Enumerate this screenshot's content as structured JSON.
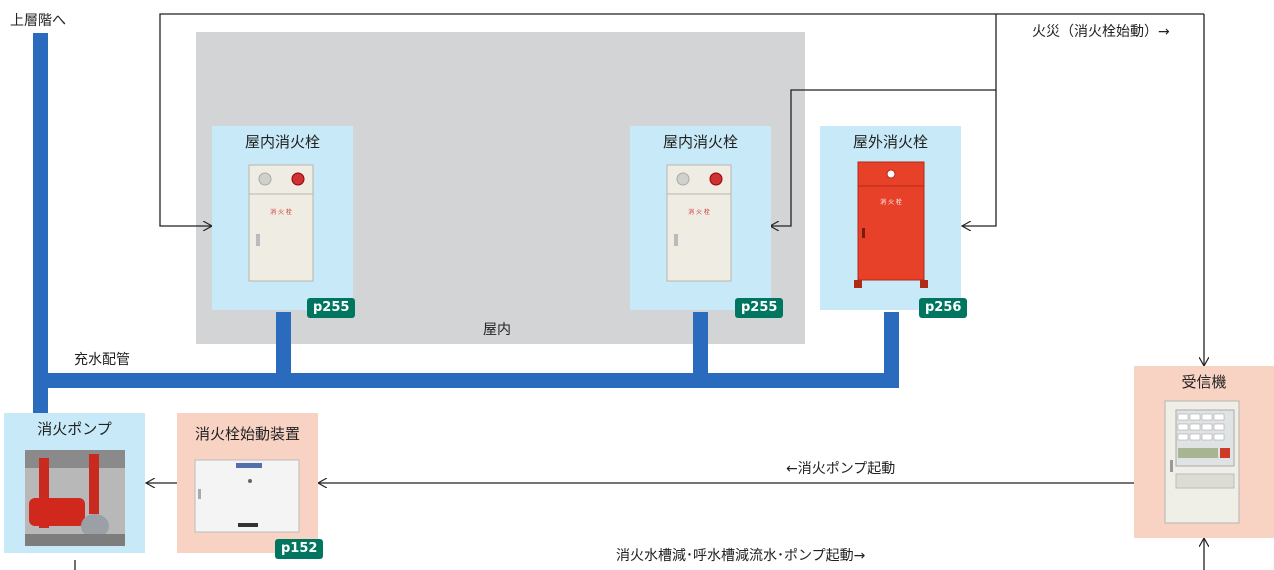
{
  "labels": {
    "upper_floor": "上層階へ",
    "fire_signal": "火災（消火栓始動）→",
    "indoor": "屋内",
    "charged_pipe": "充水配管",
    "pump_start": "←消火ポンプ起動",
    "tank_signal": "消火水槽減･呼水槽減流水･ポンプ起動→"
  },
  "boxes": {
    "hydrant_1": {
      "title": "屋内消火栓",
      "page": "p255"
    },
    "hydrant_2": {
      "title": "屋内消火栓",
      "page": "p255"
    },
    "hydrant_outdoor": {
      "title": "屋外消火栓",
      "page": "p256"
    },
    "pump": {
      "title": "消火ポンプ"
    },
    "starter": {
      "title": "消火栓始動装置",
      "page": "p152"
    },
    "receiver": {
      "title": "受信機"
    }
  },
  "equipment_text": {
    "hydrant_door_text": "消 火 栓"
  },
  "colors": {
    "pipe": "#2a6bbd",
    "indoor_area": "#d3d4d6",
    "blue_box": "#c8e9f7",
    "pink_box": "#f8d3c4",
    "badge": "#00755f",
    "outdoor_hydrant": "#e8412a"
  }
}
